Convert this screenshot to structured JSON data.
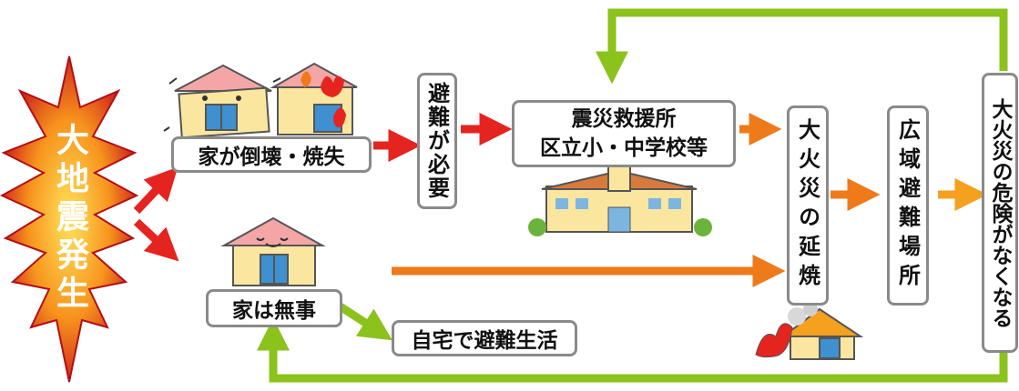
{
  "trigger": {
    "label": "大地震発生"
  },
  "nodes": {
    "collapse": {
      "label": "家が倒壊・焼失"
    },
    "need_evac": {
      "label": "避難が必要"
    },
    "shelter": {
      "line1": "震災救援所",
      "line2": "区立小・中学校等"
    },
    "spread": {
      "label": "大火災の延焼"
    },
    "wide_area": {
      "label": "広域避難場所"
    },
    "no_danger": {
      "label": "大火災の危険がなくなる"
    },
    "safe_house": {
      "label": "家は無事"
    },
    "home_life": {
      "label": "自宅で避難生活"
    }
  },
  "colors": {
    "red_arrow": "#e52420",
    "orange_arrow": "#ef7a1a",
    "light_orange_arrow": "#f5a01e",
    "green_arrow": "#8cc21c",
    "box_border": "#8a8a8a",
    "star_outer": "#c8101a",
    "star_inner": "#ffd23a"
  },
  "icons": [
    "collapsed-house-icon",
    "burning-house-icon",
    "house-icon",
    "school-building-icon",
    "fire-house-icon"
  ]
}
